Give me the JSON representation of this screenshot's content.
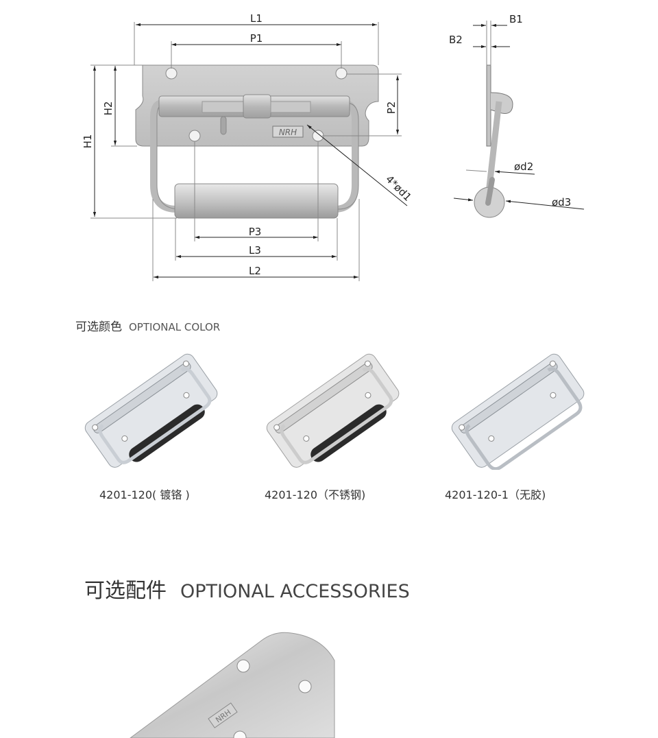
{
  "drawing": {
    "front_labels": [
      "L1",
      "P1",
      "H2",
      "H1",
      "P2",
      "4*ød1",
      "P3",
      "L3",
      "L2"
    ],
    "logo_text": "NRH",
    "side_labels": [
      "B1",
      "B2",
      "ød2",
      "ød3"
    ]
  },
  "optional_color": {
    "title_cn": "可选颜色",
    "title_en": "OPTIONAL COLOR",
    "items": [
      {
        "caption": "4201-120( 镀铬 )"
      },
      {
        "caption": "4201-120（不锈钢)"
      },
      {
        "caption": "4201-120-1（无胶)"
      }
    ]
  },
  "optional_accessories": {
    "title_cn": "可选配件",
    "title_en": "OPTIONAL ACCESSORIES",
    "logo_text": "NRH"
  }
}
